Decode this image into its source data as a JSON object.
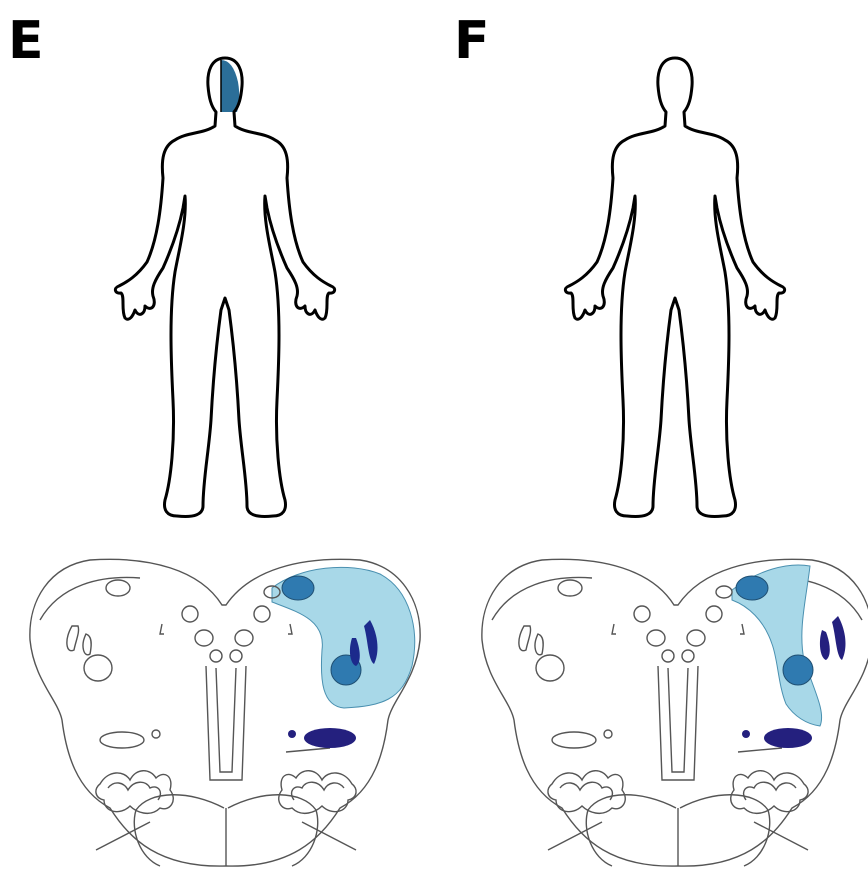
{
  "panels": [
    {
      "label": "E",
      "face_shading": "right-half",
      "lesion": "lateral-wide"
    },
    {
      "label": "F",
      "face_shading": "none",
      "lesion": "lateral-narrow"
    }
  ],
  "colors": {
    "outline": "#000000",
    "section_line": "#555555",
    "face_shade": "#2b6e98",
    "lesion_fill": "#a8d8e8",
    "nucleus_medium": "#2f7ab0",
    "nucleus_dark": "#1c2a8c",
    "nucleus_navy": "#24207e"
  }
}
